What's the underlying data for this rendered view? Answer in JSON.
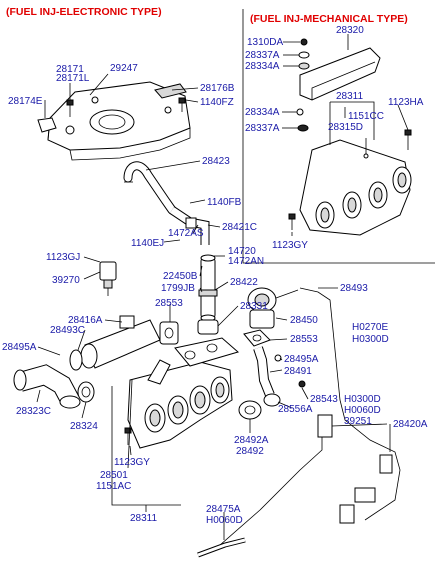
{
  "headers": {
    "electronic": "(FUEL INJ-ELECTRONIC TYPE)",
    "mechanical": "(FUEL INJ-MECHANICAL TYPE)"
  },
  "labels": {
    "p28171": "28171",
    "p28171L": "28171L",
    "p29247": "29247",
    "p28174E": "28174E",
    "p28176B": "28176B",
    "p1140FZ": "1140FZ",
    "p28423": "28423",
    "p1140FB": "1140FB",
    "p1472AS": "1472AS",
    "p28421C": "28421C",
    "p1140EJ": "1140EJ",
    "p14720": "14720",
    "p1472AN": "1472AN",
    "p1123GJ": "1123GJ",
    "p39270": "39270",
    "p22450B": "22450B",
    "p1799JB": "1799JB",
    "p28422": "28422",
    "p28493": "28493",
    "p28553a": "28553",
    "p28331": "28331",
    "p28416A": "28416A",
    "p28450": "28450",
    "p28493C": "28493C",
    "pH0270E": "H0270E",
    "p28553b": "28553",
    "pH0300Da": "H0300D",
    "p28495Aa": "28495A",
    "p28495Ab": "28495A",
    "p28491": "28491",
    "p28543": "28543",
    "p28323C": "28323C",
    "p28556A": "28556A",
    "pH0300Db": "H0300D",
    "pH0060Da": "H0060D",
    "p28324": "28324",
    "p39251": "39251",
    "p28420A": "28420A",
    "p28492A": "28492A",
    "p28492": "28492",
    "p1123GY": "1123GY",
    "p28501": "28501",
    "p1151AC": "1151AC",
    "p28311": "28311",
    "p28475A": "28475A",
    "pH0060Db": "H0060D",
    "m1310DA": "1310DA",
    "m28320": "28320",
    "m28337Aa": "28337A",
    "m28334Aa": "28334A",
    "m28311": "28311",
    "m1123HA": "1123HA",
    "m28334Ab": "28334A",
    "m1151CC": "1151CC",
    "m28315D": "28315D",
    "m28337Ab": "28337A",
    "m1123GY": "1123GY"
  }
}
